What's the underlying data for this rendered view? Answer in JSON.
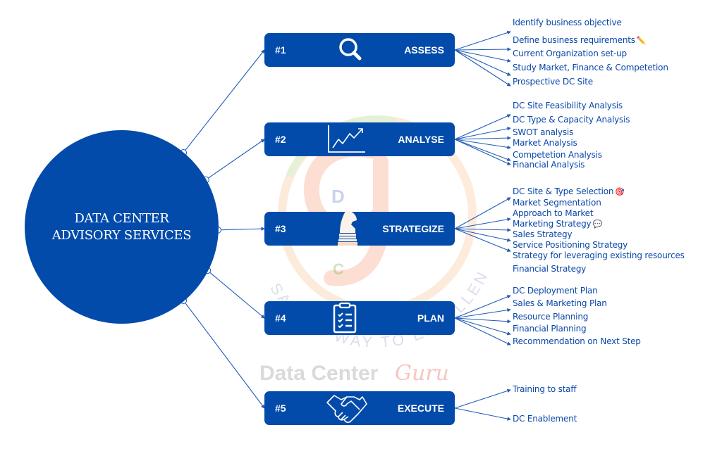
{
  "hub": {
    "line1": "DATA CENTER",
    "line2": "ADVISORY SERVICES",
    "color": "#024BAA"
  },
  "watermark": {
    "letters": [
      "D",
      "C"
    ],
    "tagline": "SAFEST WAY TO EXCELLENCE",
    "brand_part1": "Data Center",
    "brand_part2": "Guru"
  },
  "colors": {
    "accent": "#024BAA",
    "item_text": "#0A47A8",
    "connector": "#1F5BB8"
  },
  "stages": [
    {
      "number": "#1",
      "name": "ASSESS",
      "icon": "magnifier-icon",
      "items": [
        {
          "label": "Identify business objective"
        },
        {
          "label": "Define business requirements",
          "emoji": "✏️",
          "emoji_name": "pencil-icon"
        },
        {
          "label": "Current Organization set-up"
        },
        {
          "label": "Study Market, Finance & Competetion"
        },
        {
          "label": "Prospective DC Site"
        }
      ]
    },
    {
      "number": "#2",
      "name": "ANALYSE",
      "icon": "growth-chart-icon",
      "items": [
        {
          "label": "DC Site Feasibility Analysis"
        },
        {
          "label": "DC Type & Capacity Analysis"
        },
        {
          "label": "SWOT analysis"
        },
        {
          "label": "Market Analysis"
        },
        {
          "label": "Competetion Analysis"
        },
        {
          "label": "Financial Analysis"
        }
      ]
    },
    {
      "number": "#3",
      "name": "STRATEGIZE",
      "icon": "chess-knight-icon",
      "items": [
        {
          "label": "DC Site & Type Selection",
          "emoji": "🎯",
          "emoji_name": "target-icon"
        },
        {
          "label": "Market Segmentation"
        },
        {
          "label": "Approach to Market"
        },
        {
          "label": "Marketing Strategy",
          "emoji": "💬",
          "emoji_name": "speech-bubble-icon"
        },
        {
          "label": "Sales Strategy"
        },
        {
          "label": "Service Positioning Strategy"
        },
        {
          "label": "Strategy for leveraging existing resources"
        },
        {
          "label": "Financial Strategy"
        }
      ]
    },
    {
      "number": "#4",
      "name": "PLAN",
      "icon": "clipboard-checklist-icon",
      "items": [
        {
          "label": "DC Deployment Plan"
        },
        {
          "label": "Sales & Marketing Plan"
        },
        {
          "label": "Resource Planning"
        },
        {
          "label": "Financial Planning"
        },
        {
          "label": "Recommendation on Next Step"
        }
      ]
    },
    {
      "number": "#5",
      "name": "EXECUTE",
      "icon": "handshake-icon",
      "items": [
        {
          "label": "Training to staff"
        },
        {
          "label": "DC Enablement"
        }
      ]
    }
  ]
}
